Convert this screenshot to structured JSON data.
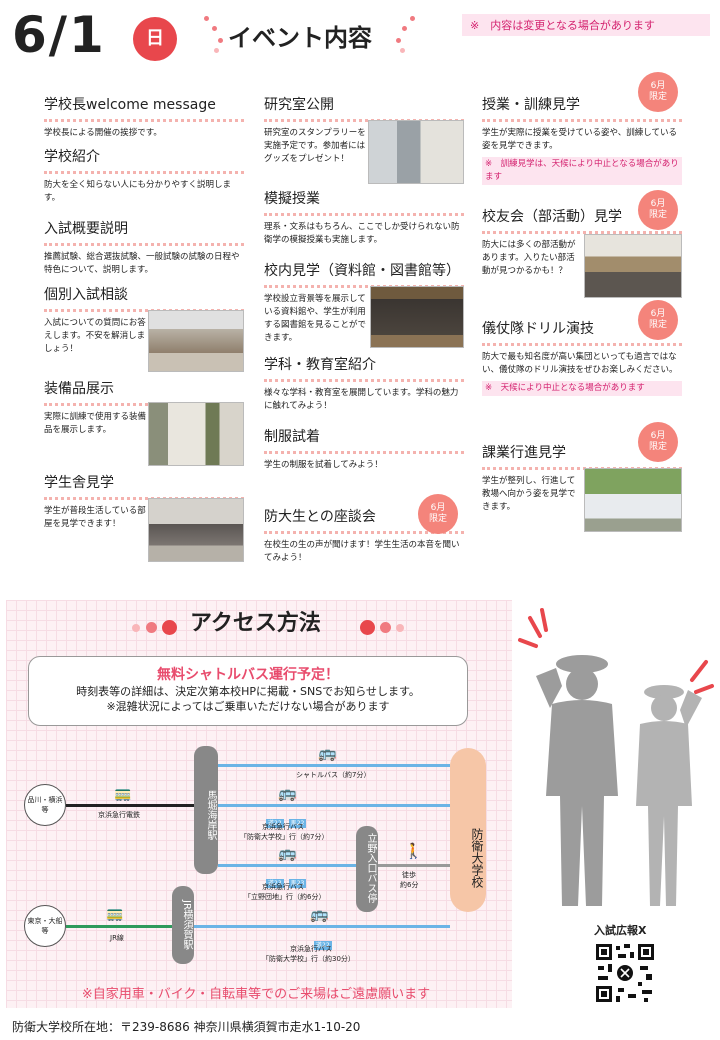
{
  "header": {
    "date": "6/1",
    "day": "日",
    "title": "イベント内容",
    "note": "※　内容は変更となる場合があります"
  },
  "col1": [
    {
      "h": "学校長welcome message",
      "t": "学校長による開催の挨拶です。"
    },
    {
      "h": "学校紹介",
      "t": "防大を全く知らない人にも分かりやすく説明します。"
    },
    {
      "h": "入試概要説明",
      "t": "推薦試験、総合選抜試験、一般試験の試験の日程や特色について、説明します。"
    },
    {
      "h": "個別入試相談",
      "t": "入試についての質問にお答えします。不安を解消しましょう！"
    },
    {
      "h": "装備品展示",
      "t": "実際に訓練で使用する装備品を展示します。"
    },
    {
      "h": "学生舎見学",
      "t": "学生が普段生活している部屋を見学できます！"
    }
  ],
  "col2": [
    {
      "h": "研究室公開",
      "t": "研究室のスタンプラリーを実施予定です。参加者にはグッズをプレゼント！"
    },
    {
      "h": "模擬授業",
      "t": "理系・文系はもちろん、ここでしか受けられない防衛学の模擬授業も実施します。"
    },
    {
      "h": "校内見学（資料館・図書館等）",
      "t": "学校設立背景等を展示している資料館や、学生が利用する図書館を見ることができます。"
    },
    {
      "h": "学科・教育室紹介",
      "t": "様々な学科・教育室を展開しています。学科の魅力に触れてみよう！"
    },
    {
      "h": "制服試着",
      "t": "学生の制服を試着してみよう！"
    },
    {
      "h": "防大生との座談会",
      "t": "在校生の生の声が聞けます！学生生活の本音を聞いてみよう！"
    }
  ],
  "col3": [
    {
      "h": "授業・訓練見学",
      "t": "学生が実際に授業を受けている姿や、訓練している姿を見学できます。",
      "w": "※　訓練見学は、天候により中止となる場合があります"
    },
    {
      "h": "校友会（部活動）見学",
      "t": "防大には多くの部活動があります。入りたい部活動が見つかるかも！？"
    },
    {
      "h": "儀仗隊ドリル演技",
      "t": "防大で最も知名度が高い集団といっても過言ではない、儀仗隊のドリル演技をぜひお楽しみください。",
      "w": "※　天候により中止となる場合があります"
    },
    {
      "h": "課業行進見学",
      "t": "学生が整列し、行進して教場へ向かう姿を見学できます。"
    }
  ],
  "badge": {
    "line1": "6月",
    "line2": "限定"
  },
  "access": {
    "title": "アクセス方法",
    "bus_h": "無料シャトルバス運行予定！",
    "bus_t1": "時刻表等の詳細は、決定次第本校HPに掲載・SNSでお知らせします。",
    "bus_t2": "※混雑状況によってはご乗車いただけない場合があります",
    "shinagawa": "品川・横浜等",
    "tokyo": "東京・大船等",
    "keikyu_line": "京浜急行電鉄",
    "jr_line": "JR線",
    "st_maborikaigan": "馬堀海岸駅",
    "st_yokosuka": "JR横須賀駅",
    "st_tachino": "立野入口バス停",
    "nda": "防衛大学校",
    "shuttle": "シャトルバス（約7分）",
    "bus1_tags": [
      "道22",
      "馬22"
    ],
    "bus1": "京浜急行バス",
    "bus1b": "「防衛大学校」行（約7分）",
    "bus2_tags": [
      "道23",
      "馬23"
    ],
    "bus2": "京浜急行バス",
    "bus2b": "「立野団地」行（約6分）",
    "walk": "徒歩",
    "walk2": "約6分",
    "bus3_tag": "道22",
    "bus3": "京浜急行バス",
    "bus3b": "「防衛大学校」行（約30分）",
    "car_note": "※自家用車・バイク・自転車等でのご来場はご遠慮願います"
  },
  "sns": {
    "label": "入試広報X"
  },
  "address": "防衛大学校所在地：〒239-8686 神奈川県横須賀市走水1-10-20",
  "colors": {
    "accent": "#e8474c",
    "pink": "#d4226f",
    "blue": "#6bb4e6",
    "green": "#2e9a5b"
  }
}
